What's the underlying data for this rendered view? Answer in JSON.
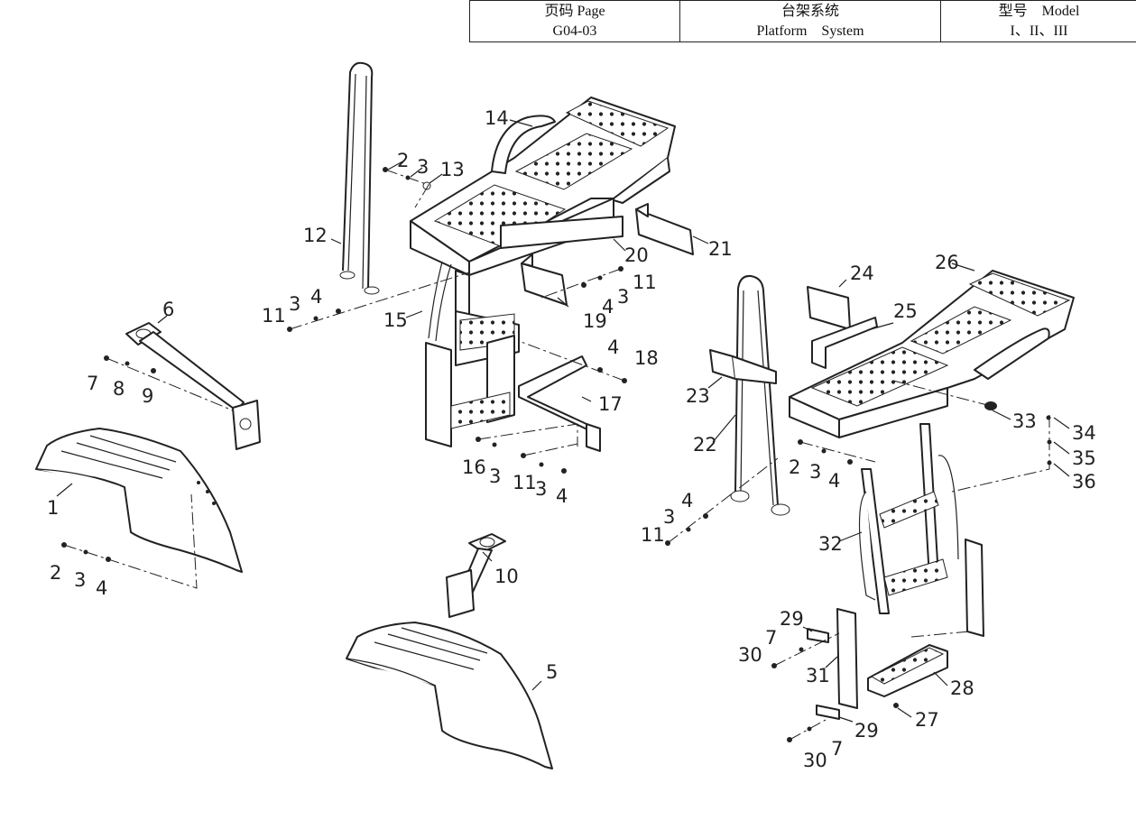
{
  "header": {
    "page_label": "页码 Page",
    "page_value": "G04-03",
    "system_label": "台架系统",
    "system_value": "Platform　System",
    "model_label": "型号　Model",
    "model_value": "I、II、III"
  },
  "callouts": [
    "1",
    "2",
    "3",
    "4",
    "5",
    "6",
    "7",
    "8",
    "9",
    "10",
    "11",
    "12",
    "13",
    "14",
    "15",
    "16",
    "17",
    "18",
    "19",
    "20",
    "21",
    "22",
    "23",
    "24",
    "25",
    "26",
    "27",
    "28",
    "29",
    "30",
    "31",
    "32",
    "33",
    "34",
    "35",
    "36"
  ]
}
